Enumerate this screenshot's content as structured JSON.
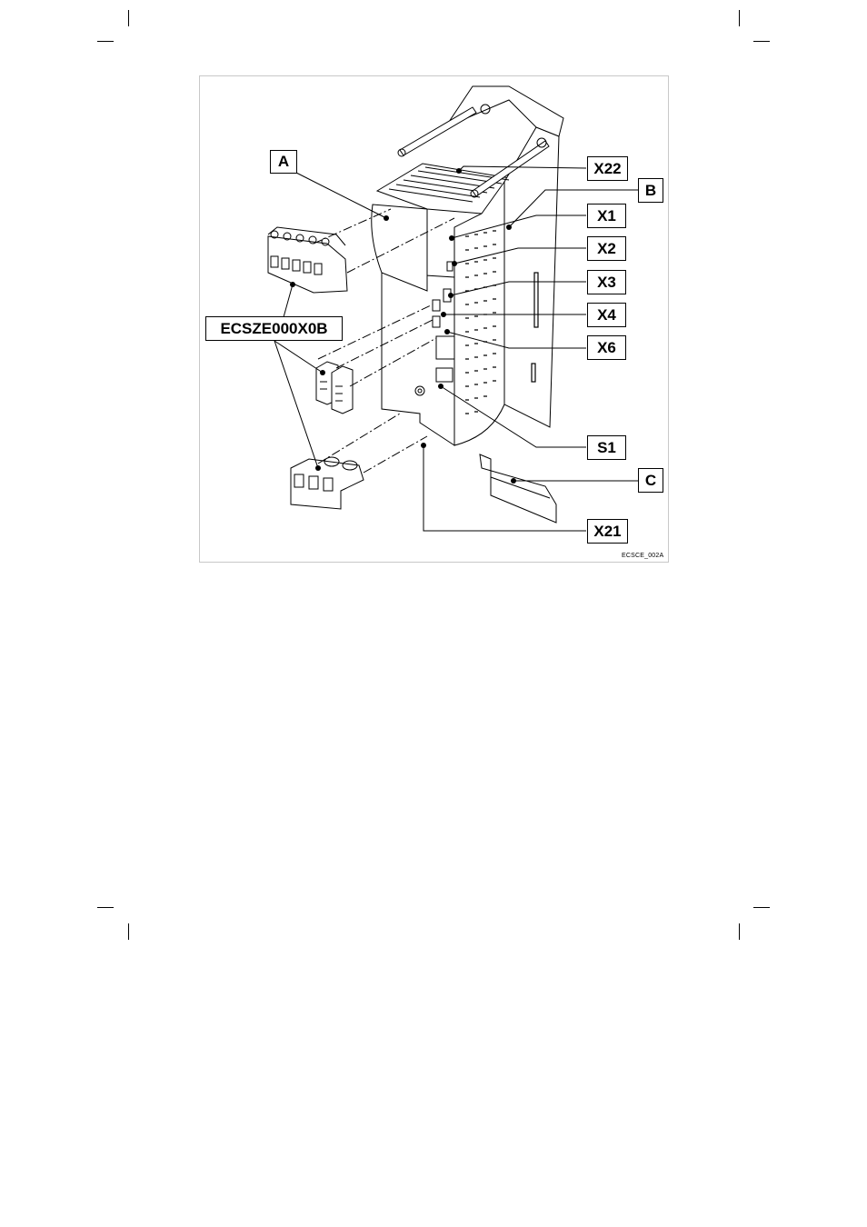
{
  "figure": {
    "labels": {
      "A": "A",
      "B": "B",
      "C": "C",
      "X1": "X1",
      "X2": "X2",
      "X3": "X3",
      "X4": "X4",
      "X6": "X6",
      "X21": "X21",
      "X22": "X22",
      "S1": "S1",
      "accessory": "ECSZE000X0B"
    },
    "code": "ECSCE_002A"
  }
}
